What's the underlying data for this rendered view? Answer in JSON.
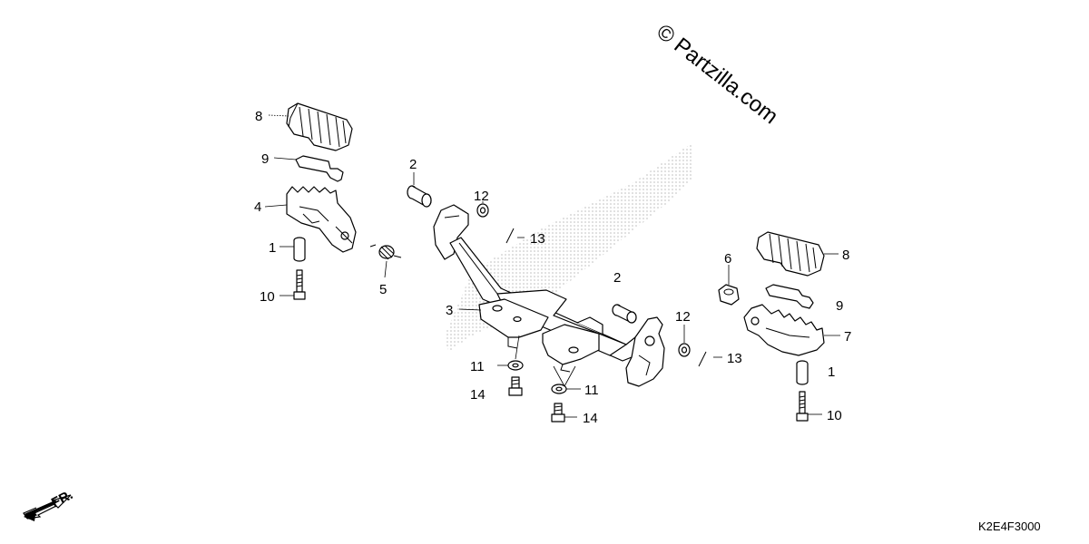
{
  "watermark": "© Partzilla.com",
  "diagram_code": "K2E4F3000",
  "front_indicator": "FR.",
  "callouts": {
    "c8_left": "8",
    "c9_left": "9",
    "c4": "4",
    "c1_left": "1",
    "c10_left": "10",
    "c5": "5",
    "c2_top": "2",
    "c12_top": "12",
    "c13_top": "13",
    "c2_mid": "2",
    "c3": "3",
    "c11_left": "11",
    "c14_left": "14",
    "c11_right": "11",
    "c14_right": "14",
    "c12_right": "12",
    "c13_right": "13",
    "c6": "6",
    "c8_right": "8",
    "c9_right": "9",
    "c7": "7",
    "c1_right": "1",
    "c10_right": "10"
  },
  "icons": [
    "footpeg-rubber",
    "footpeg-bracket",
    "pivot-pin",
    "return-spring",
    "collar",
    "bolt",
    "washer",
    "cotter-pin",
    "step-bar",
    "front-arrow"
  ]
}
